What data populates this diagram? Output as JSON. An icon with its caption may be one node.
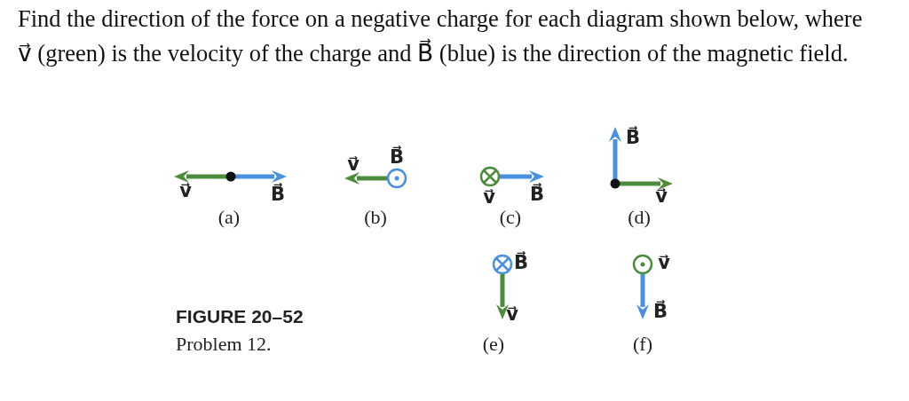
{
  "diagram": {
    "title": "Find the direction of the force on a negative charge for each diagram shown below, where v⃗ (green) is the velocity of the charge and B⃗ (blue) is the direction of the magnetic field.",
    "labels": [
      "B⃗",
      "v⃗",
      "B⃗",
      "v⃗",
      "B⃗",
      "v⃗",
      "B⃗",
      "v⃗",
      "(a)",
      "(b)",
      "(c)",
      "(d)",
      "B⃗",
      "v⃗",
      "FIGURE 20–52",
      "v⃗",
      "B⃗",
      "Problem 12.",
      "(e)",
      "(f)"
    ]
  }
}
